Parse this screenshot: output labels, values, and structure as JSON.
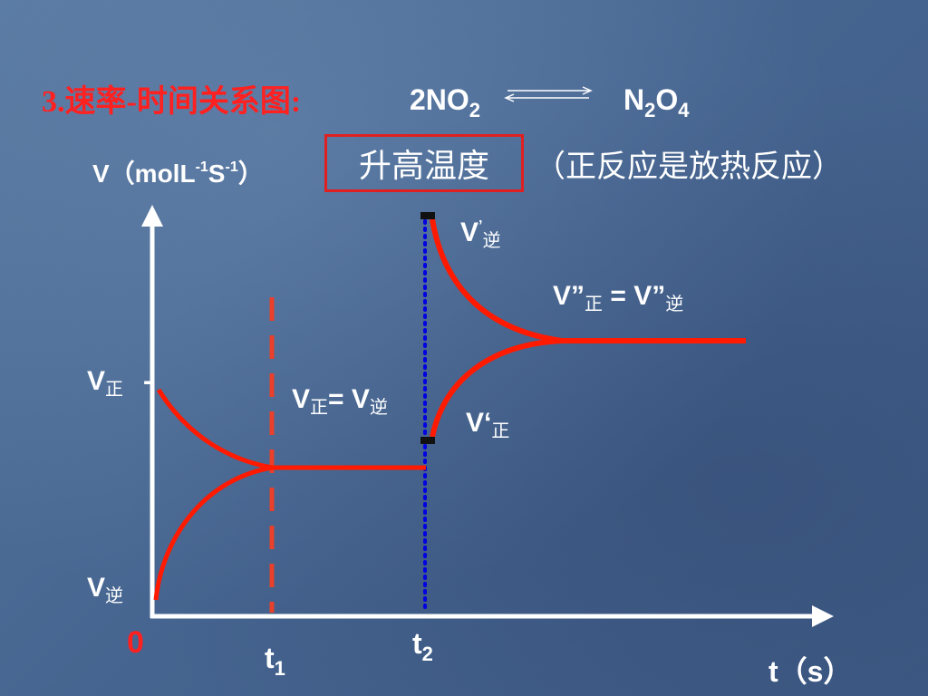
{
  "slide": {
    "title": "3.速率-时间关系图:",
    "reaction": {
      "reactant_coef": "2NO",
      "reactant_sub": "2",
      "product_n": "N",
      "product_n_sub": "2",
      "product_o": "O",
      "product_o_sub": "4"
    },
    "y_axis_label": {
      "main": "V（molL",
      "sup1": "-1",
      "mid": "S",
      "sup2": "-1",
      "end": "）"
    },
    "condition": "升高温度",
    "condition_note": "（正反应是放热反应）",
    "origin": "0",
    "x_axis_label": "t（s）",
    "t1": {
      "main": "t",
      "sub": "1"
    },
    "t2": {
      "main": "t",
      "sub": "2"
    }
  },
  "labels": {
    "v_forward": {
      "main": "V",
      "sub": "正",
      "dash": "-"
    },
    "v_reverse": {
      "main": "V",
      "sub": "逆"
    },
    "equil1": {
      "a": "V",
      "a_sub": "正",
      "eq": "= V",
      "b_sub": "逆"
    },
    "v_prime_reverse": {
      "main": "V",
      "sup": "’",
      "sub": "逆"
    },
    "v_prime_forward": {
      "main": "V‘",
      "sub": "正"
    },
    "equil2": {
      "a": "V”",
      "a_sub": "正",
      "eq": " = V”",
      "b_sub": "逆"
    }
  },
  "colors": {
    "curve": "#ff1a00",
    "t1_line": "#e8402a",
    "t2_line": "#0000e0",
    "axis": "#ffffff",
    "title": "#ff2020",
    "box": "#e02020"
  }
}
